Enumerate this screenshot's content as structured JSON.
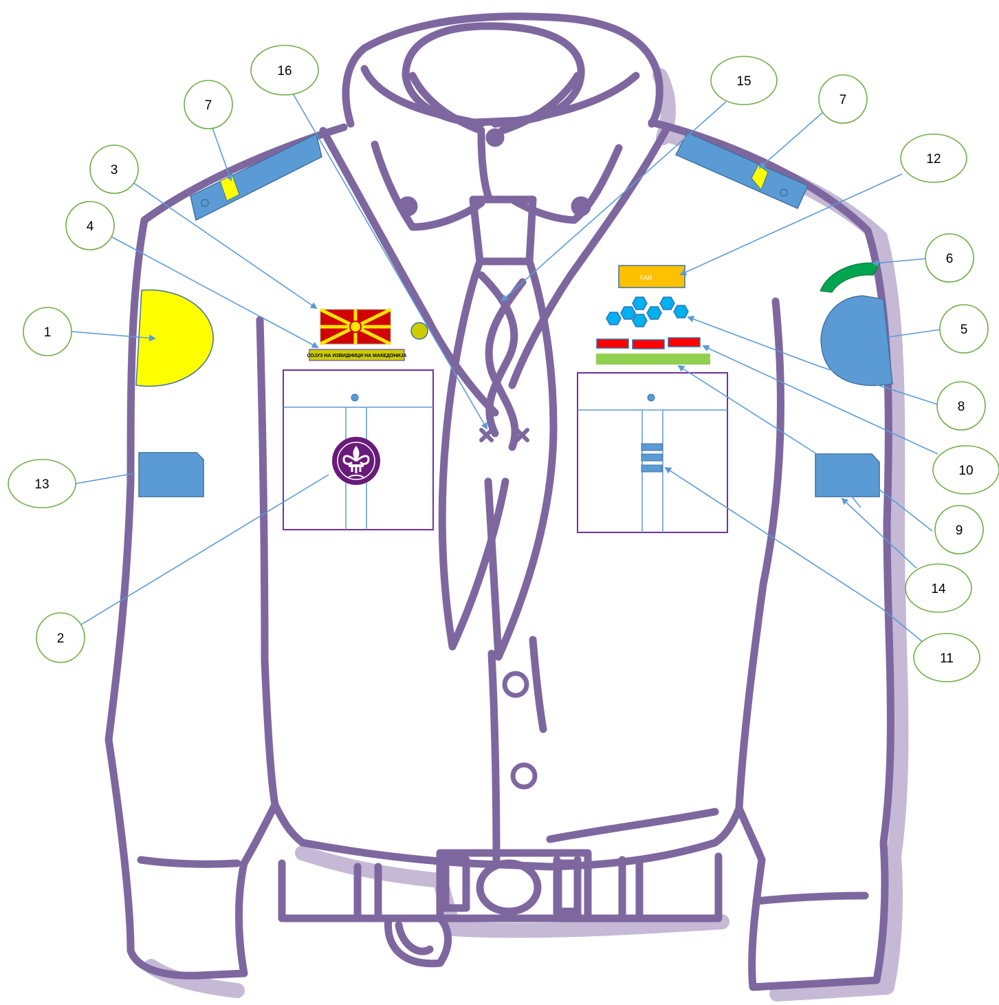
{
  "diagram": {
    "callouts": [
      {
        "id": "c1",
        "label": "1"
      },
      {
        "id": "c2",
        "label": "2"
      },
      {
        "id": "c3",
        "label": "3"
      },
      {
        "id": "c4",
        "label": "4"
      },
      {
        "id": "c5",
        "label": "5"
      },
      {
        "id": "c6",
        "label": "6"
      },
      {
        "id": "c7a",
        "label": "7"
      },
      {
        "id": "c7b",
        "label": "7"
      },
      {
        "id": "c8",
        "label": "8"
      },
      {
        "id": "c9",
        "label": "9"
      },
      {
        "id": "c10",
        "label": "10"
      },
      {
        "id": "c11",
        "label": "11"
      },
      {
        "id": "c12",
        "label": "12"
      },
      {
        "id": "c13",
        "label": "13"
      },
      {
        "id": "c14",
        "label": "14"
      },
      {
        "id": "c15",
        "label": "15"
      },
      {
        "id": "c16",
        "label": "16"
      }
    ],
    "badges": {
      "association_strip_text": "СОЈУЗ НА ИЗВИДНИЦИ НА МАКЕДОНИЈА",
      "rank_badge_text": "FAR"
    },
    "colors": {
      "outline": "#7e679f",
      "shadow": "#c6b9d6",
      "leader_line": "#5b9bd5",
      "callout_border": "#70ad47",
      "yellow_patch": "#ffff00",
      "blue_patch": "#5b9bd5",
      "green_arc": "#00a550",
      "orange_badge": "#ffc000",
      "hexagon": "#00b0f0",
      "red_bar": "#ff0000",
      "green_bar": "#92d050",
      "flag_red": "#d20000",
      "flag_yellow": "#ffe600",
      "scout_purple": "#6a1b7a"
    },
    "icons": [
      "world-scout-emblem-icon",
      "macedonia-flag-icon"
    ]
  }
}
